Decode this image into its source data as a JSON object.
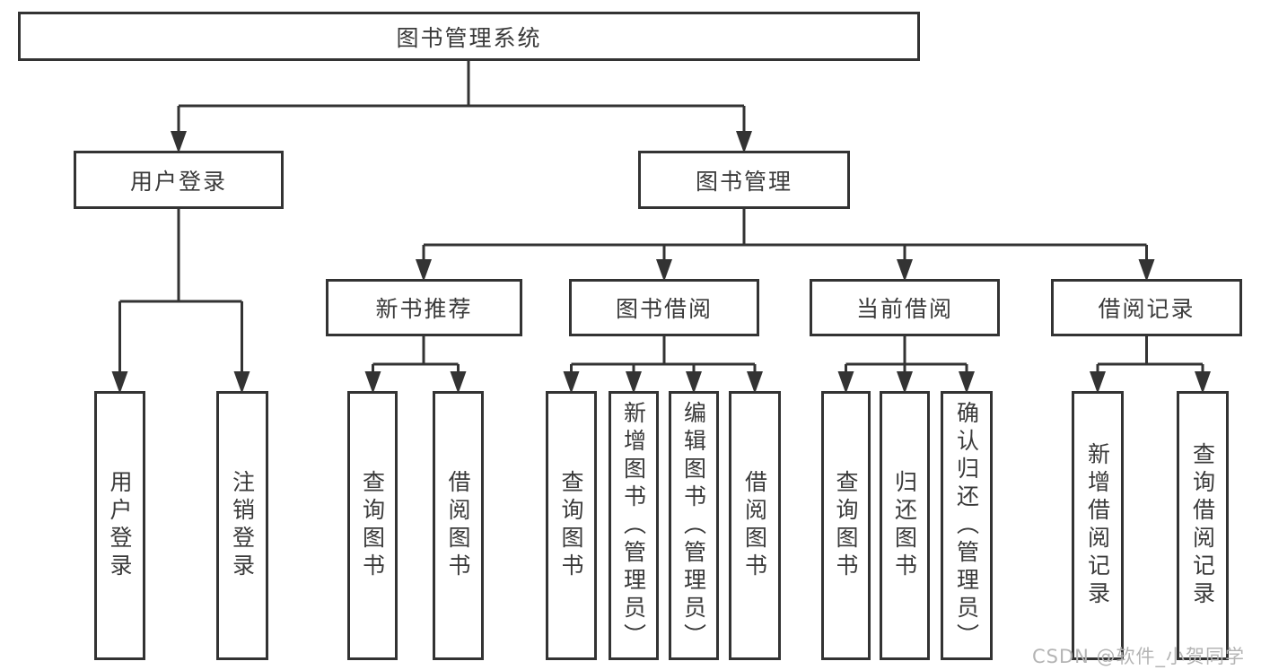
{
  "diagram": {
    "title_node": {
      "label": "图书管理系统"
    },
    "level2": [
      {
        "label": "用户登录"
      },
      {
        "label": "图书管理"
      }
    ],
    "level3": [
      {
        "label": "新书推荐",
        "parent": "图书管理"
      },
      {
        "label": "图书借阅",
        "parent": "图书管理"
      },
      {
        "label": "当前借阅",
        "parent": "图书管理"
      },
      {
        "label": "借阅记录",
        "parent": "图书管理"
      }
    ],
    "leaves": [
      {
        "label": "用户登录",
        "parent": "用户登录"
      },
      {
        "label": "注销登录",
        "parent": "用户登录"
      },
      {
        "label": "查询图书",
        "parent": "新书推荐"
      },
      {
        "label": "借阅图书",
        "parent": "新书推荐"
      },
      {
        "label": "查询图书",
        "parent": "图书借阅"
      },
      {
        "label": "新增图书（管理员）",
        "parent": "图书借阅"
      },
      {
        "label": "编辑图书（管理员）",
        "parent": "图书借阅"
      },
      {
        "label": "借阅图书",
        "parent": "图书借阅"
      },
      {
        "label": "查询图书",
        "parent": "当前借阅"
      },
      {
        "label": "归还图书",
        "parent": "当前借阅"
      },
      {
        "label": "确认归还（管理员）",
        "parent": "当前借阅"
      },
      {
        "label": "新增借阅记录",
        "parent": "借阅记录"
      },
      {
        "label": "查询借阅记录",
        "parent": "借阅记录"
      }
    ]
  },
  "watermark": {
    "text": "CSDN @软件_小贺同学"
  },
  "colors": {
    "line": "#333333",
    "border": "#333333",
    "text": "#3a3a3a",
    "background": "#ffffff",
    "watermark": "#b4b4b4"
  }
}
